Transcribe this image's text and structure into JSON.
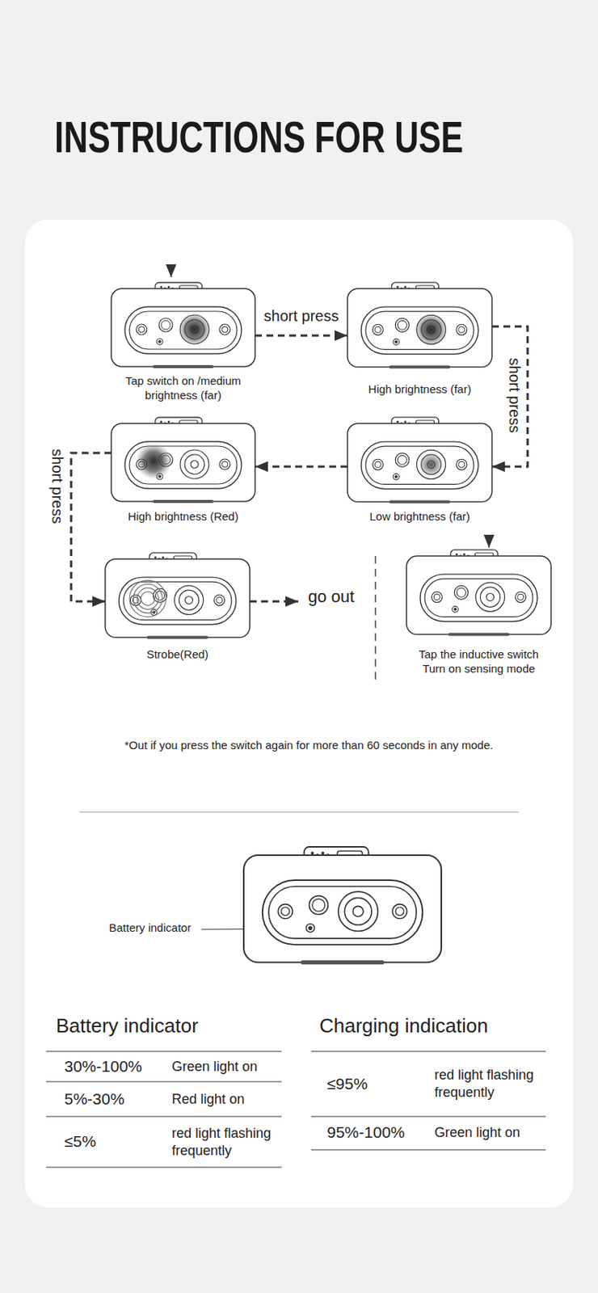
{
  "diagram": {
    "title": "INSTRUCTIONS FOR USE",
    "nodes": [
      {
        "text": [
          "Tap switch on /medium brightness (far)"
        ]
      },
      {
        "text": [
          "High brightness (far)"
        ]
      },
      {
        "text": [
          "High brightness (Red)"
        ]
      },
      {
        "text": [
          "Low brightness (far)"
        ]
      },
      {
        "text": [
          "Strobe(Red)"
        ]
      },
      {
        "text": [
          "Tap the inductive switch Turn on sensing mode"
        ]
      }
    ],
    "edges": [
      {
        "from": 0,
        "to": 1,
        "label": "short press",
        "arrow": "to"
      },
      {
        "from": 1,
        "to": 3,
        "label": "short press",
        "arrow": "to"
      },
      {
        "from": 3,
        "to": 2,
        "arrow": "to"
      },
      {
        "from": 2,
        "to": 4,
        "label": "short press",
        "arrow": "to"
      }
    ],
    "labels": [
      "go out",
      "*Out if you press the switch again for more than 60 seconds in any mode.",
      "Battery indicator",
      "Battery indicator",
      "Charging indication",
      "30%-100%",
      "Green light on",
      "5%-30%",
      "Red light on",
      "≤5%",
      "red light flashing frequently",
      "≤95%",
      "red light flashing frequently",
      "95%-100%",
      "Green light on"
    ]
  }
}
